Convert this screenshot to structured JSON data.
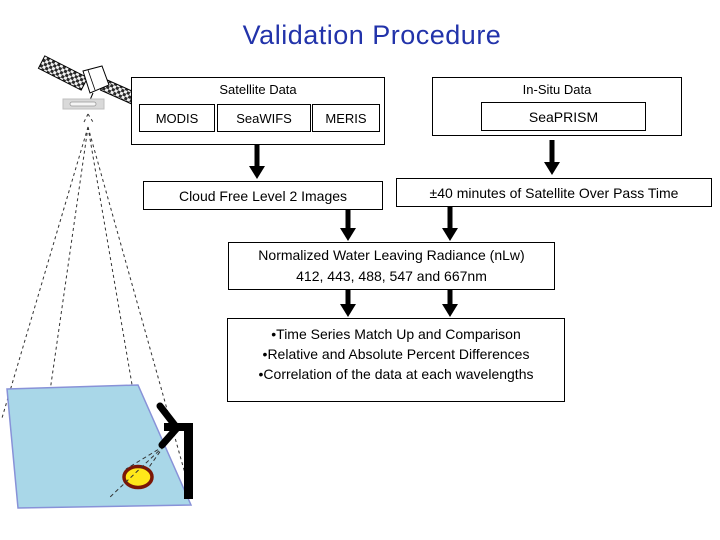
{
  "title": "Validation Procedure",
  "colors": {
    "title_blue": "#2233AA",
    "box_border": "#000000",
    "sea_fill": "#A9D7E8",
    "sea_stroke": "#8892D8",
    "sun_spot_fill": "#FFE81A",
    "sun_spot_stroke": "#7B1606",
    "arrow_black": "#000000"
  },
  "diagram": {
    "satellite_group": {
      "label": "Satellite Data",
      "items": [
        "MODIS",
        "SeaWIFS",
        "MERIS"
      ]
    },
    "insitu_group": {
      "label": "In-Situ Data",
      "items": [
        "SeaPRISM"
      ]
    },
    "cloud_free_box": "Cloud Free Level 2 Images",
    "time_window_box": "±40 minutes of Satellite Over Pass Time",
    "radiance_box": {
      "line1": "Normalized Water Leaving Radiance (nLw)",
      "line2": "412, 443, 488, 547 and 667nm"
    },
    "analysis_box": {
      "bullet_char": "•",
      "bullets": [
        "Time Series Match Up and Comparison",
        "Relative and Absolute Percent Differences",
        "Correlation of the data at each wavelengths"
      ]
    }
  },
  "illustration": {
    "satellite_icon": "satellite-with-solar-panels",
    "scan_cone": "dashed-satellite-footprint-cone",
    "sea_surface": "light-blue-sea-surface",
    "instrument": "seaprism-platform-radiometer",
    "sun_spot": "yellow-measurement-spot"
  }
}
